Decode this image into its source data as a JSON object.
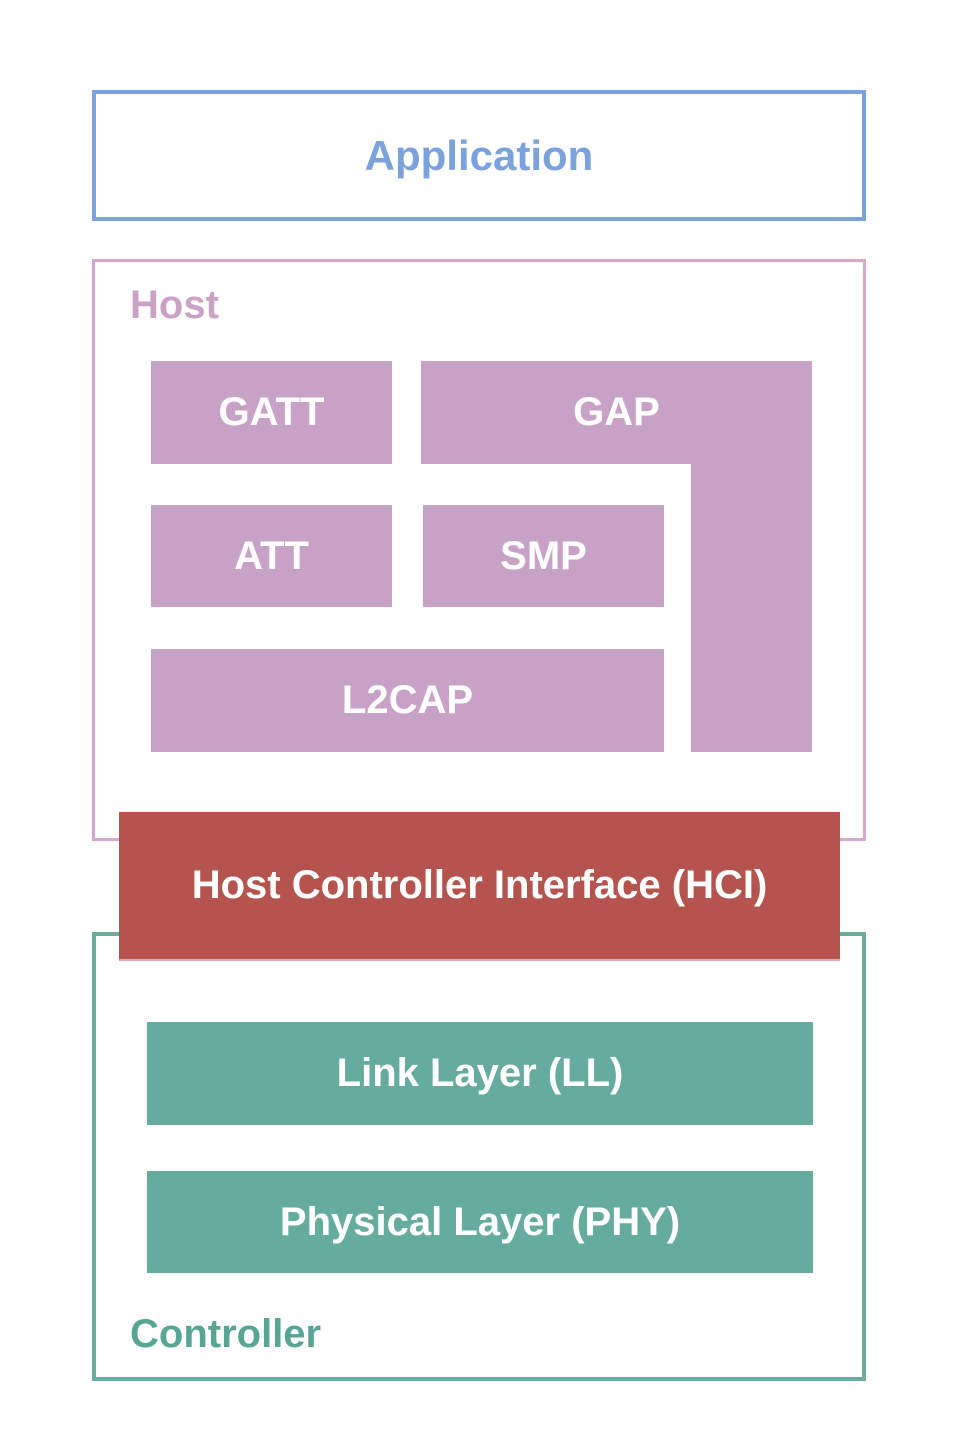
{
  "diagram": {
    "application": {
      "label": "Application"
    },
    "host": {
      "label": "Host",
      "blocks": {
        "gatt": "GATT",
        "gap": "GAP",
        "att": "ATT",
        "smp": "SMP",
        "l2cap": "L2CAP"
      }
    },
    "hci": {
      "label": "Host Controller Interface (HCI)"
    },
    "controller": {
      "label": "Controller",
      "blocks": {
        "ll": "Link Layer (LL)",
        "phy": "Physical Layer (PHY)"
      }
    },
    "colors": {
      "application_blue": "#7CA2DC",
      "host_border_pink": "#D3A8CB",
      "host_label_pink": "#C9A2C6",
      "host_block_mauve": "#C8A2C6",
      "hci_red": "#B5544F",
      "controller_border_teal": "#6AAD9F",
      "controller_block_teal": "#65AB9E",
      "controller_label_teal": "#58A593",
      "block_text_white": "#FFFFFF"
    }
  }
}
